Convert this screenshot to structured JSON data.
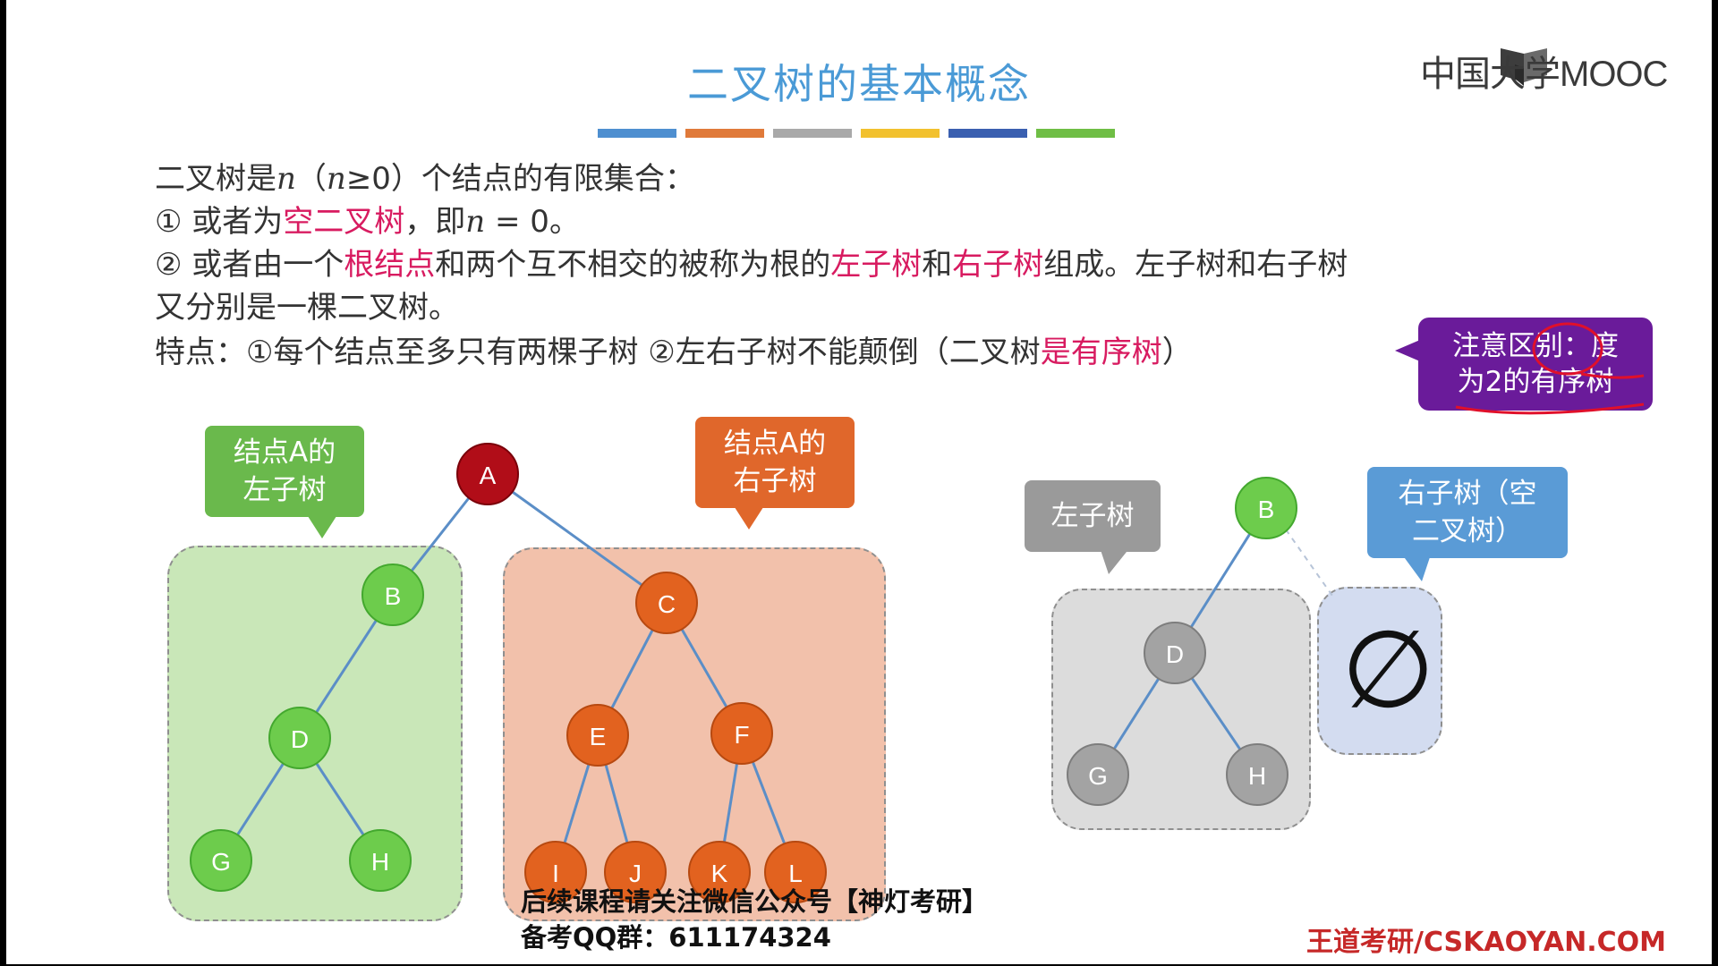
{
  "slide": {
    "title": "二叉树的基本概念",
    "color_bars": [
      "#4e8fd0",
      "#e07a3a",
      "#a9a9a9",
      "#f2c12e",
      "#3a5fb0",
      "#6fbe45"
    ]
  },
  "brand": {
    "logo_text": "中国大学MOOC"
  },
  "definition": {
    "line1_a": "二叉树是",
    "line1_n": "n",
    "line1_b": "（",
    "line1_n2": "n",
    "line1_c": "≥0）个结点的有限集合：",
    "line2_a": "① 或者为",
    "line2_em": "空二叉树",
    "line2_b": "，即",
    "line2_n": "n",
    "line2_c": " = 0。",
    "line3_a": "② 或者由一个",
    "line3_em1": "根结点",
    "line3_b": "和两个互不相交的被称为根的",
    "line3_em2": "左子树",
    "line3_c": "和",
    "line3_em3": "右子树",
    "line3_d": "组成。左子树和右子树",
    "line4": "又分别是一棵二叉树。",
    "line5_a": "特点：①每个结点至多只有两棵子树 ②左右子树不能颠倒（二叉树",
    "line5_em": "是有序树",
    "line5_b": "）"
  },
  "callout": {
    "line1": "注意区别：度",
    "line2": "为2的有序树",
    "color": "#6a1b9a"
  },
  "tree1": {
    "root": "A",
    "left_bubble": {
      "line1": "结点A的",
      "line2": "左子树"
    },
    "right_bubble": {
      "line1": "结点A的",
      "line2": "右子树"
    },
    "left_nodes": [
      "B",
      "D",
      "G",
      "H"
    ],
    "right_nodes": [
      "C",
      "E",
      "F",
      "I",
      "J",
      "K",
      "L"
    ]
  },
  "tree2": {
    "root": "B",
    "left_bubble": "左子树",
    "right_bubble": {
      "line1": "右子树（空",
      "line2": "二叉树）"
    },
    "left_nodes": [
      "D",
      "G",
      "H"
    ],
    "empty_symbol": "∅"
  },
  "watermark": {
    "line1": "后续课程请关注微信公众号【神灯考研】",
    "line2": "备考QQ群：611174324",
    "site": "王道考研/CSKAOYAN.COM"
  }
}
